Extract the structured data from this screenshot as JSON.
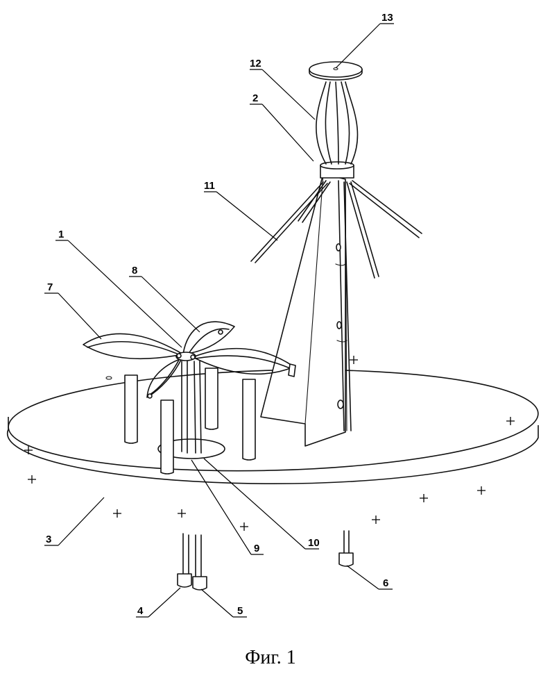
{
  "caption": "Фиг. 1",
  "labels": [
    "1",
    "2",
    "3",
    "4",
    "5",
    "6",
    "7",
    "8",
    "9",
    "10",
    "11",
    "12",
    "13"
  ]
}
